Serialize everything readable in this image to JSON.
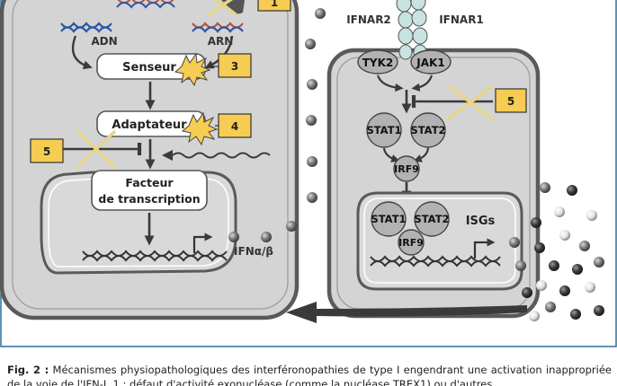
{
  "left_cell": {
    "dna_label": "ADN",
    "rna_label": "ARN",
    "sensor_label": "Senseur",
    "adaptor_label": "Adaptateur",
    "tf_label_line1": "Facteur",
    "tf_label_line2": "de transcription",
    "ifn_label": "IFNα/β",
    "badge_1": "1",
    "badge_3": "3",
    "badge_4": "4",
    "badge_5_left": "5"
  },
  "right_cell": {
    "ifnar2_label": "IFNAR2",
    "ifnar1_label": "IFNAR1",
    "tyk2_label": "TYK2",
    "jak1_label": "JAK1",
    "stat1_label": "STAT1",
    "stat2_label": "STAT2",
    "irf9_label": "IRF9",
    "isgs_label": "ISGs",
    "badge_5_right": "5"
  },
  "caption": {
    "lead": "Fig. 2 :",
    "text": "Mécanismes physiopathologiques des interféronopathies de type I engendrant une activation inappropriée de la voie de l'IFN-I. 1 : défaut d'activité exonucléase (comme la nucléase TREX1) ou d'autres"
  },
  "colors": {
    "cell_fill": "#d4d4d4",
    "cell_stroke": "#5a5a5a",
    "badge_fill": "#f6cc52",
    "cross_color": "#e7d58a",
    "dna_blue": "#2d55a5",
    "rna_red": "#b4504b",
    "protein_fill": "#b2b2b2",
    "ifnar_fill": "#c8e3e1"
  }
}
